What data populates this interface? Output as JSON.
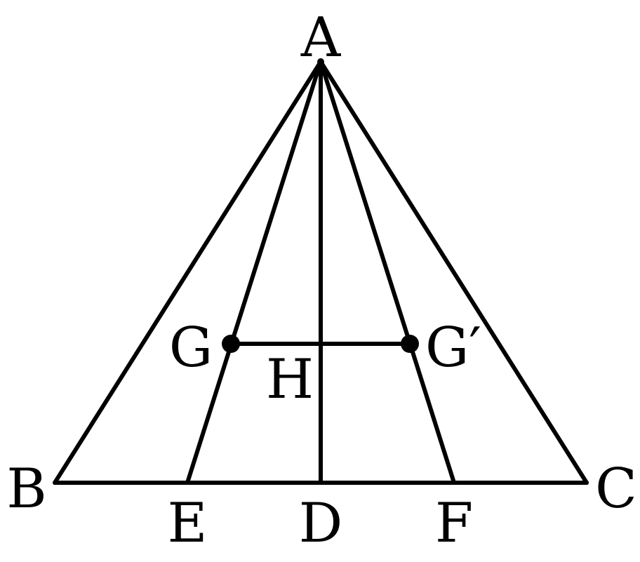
{
  "labels": {
    "A": "A",
    "B": "B",
    "C": "C",
    "D": "D",
    "E": "E",
    "F": "F",
    "G": "G",
    "G_prime": "G′",
    "H": "H"
  },
  "colors": {
    "stroke": "#000000",
    "background": "#ffffff"
  }
}
